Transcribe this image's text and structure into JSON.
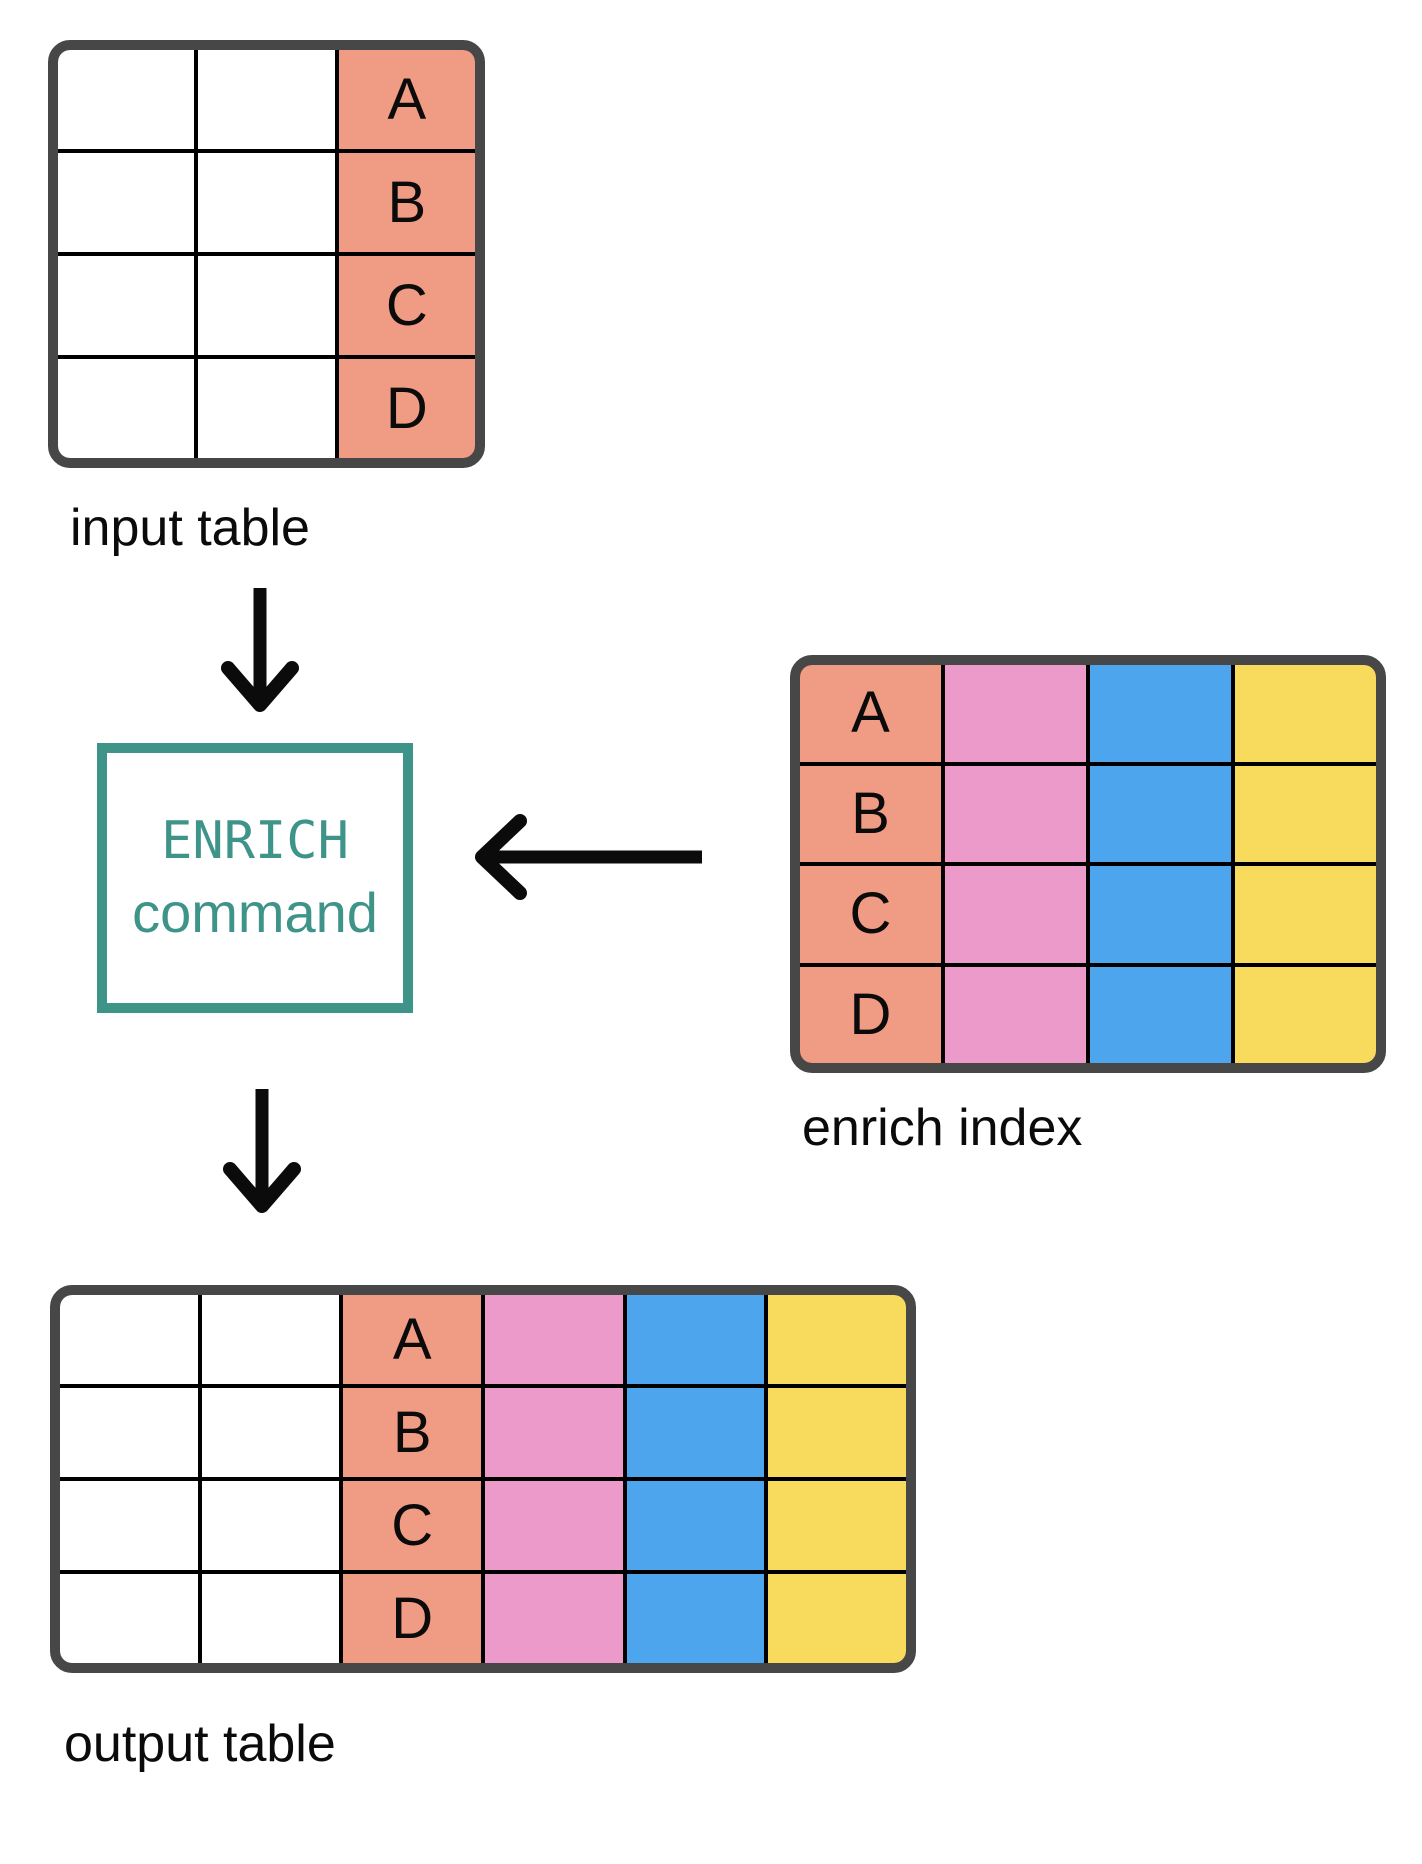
{
  "title": "ENRICH command diagram",
  "palette": {
    "salmon": "#F09B84",
    "pink": "#EC9AC9",
    "blue": "#4DA5ED",
    "yellow": "#F8DA5D",
    "teal": "#3F948A",
    "table_border": "#474747",
    "grid_line": "#000000",
    "text": "#0B0B0B",
    "white": "#FFFFFF"
  },
  "enrich_box": {
    "line1": "ENRICH",
    "line2": "command"
  },
  "tables": {
    "input": {
      "label": "input table",
      "columns": [
        {
          "color": "white",
          "cells": [
            "",
            "",
            "",
            ""
          ]
        },
        {
          "color": "white",
          "cells": [
            "",
            "",
            "",
            ""
          ]
        },
        {
          "color": "salmon",
          "cells": [
            "A",
            "B",
            "C",
            "D"
          ]
        }
      ]
    },
    "enrich_index": {
      "label": "enrich index",
      "columns": [
        {
          "color": "salmon",
          "cells": [
            "A",
            "B",
            "C",
            "D"
          ]
        },
        {
          "color": "pink",
          "cells": [
            "",
            "",
            "",
            ""
          ]
        },
        {
          "color": "blue",
          "cells": [
            "",
            "",
            "",
            ""
          ]
        },
        {
          "color": "yellow",
          "cells": [
            "",
            "",
            "",
            ""
          ]
        }
      ]
    },
    "output": {
      "label": "output table",
      "columns": [
        {
          "color": "white",
          "cells": [
            "",
            "",
            "",
            ""
          ]
        },
        {
          "color": "white",
          "cells": [
            "",
            "",
            "",
            ""
          ]
        },
        {
          "color": "salmon",
          "cells": [
            "A",
            "B",
            "C",
            "D"
          ]
        },
        {
          "color": "pink",
          "cells": [
            "",
            "",
            "",
            ""
          ]
        },
        {
          "color": "blue",
          "cells": [
            "",
            "",
            "",
            ""
          ]
        },
        {
          "color": "yellow",
          "cells": [
            "",
            "",
            "",
            ""
          ]
        }
      ]
    }
  }
}
